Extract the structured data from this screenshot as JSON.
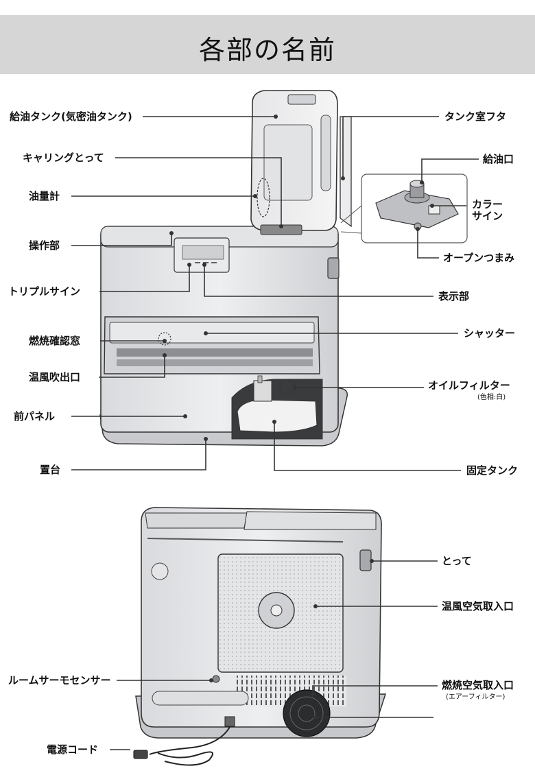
{
  "title": "各部の名前",
  "front": {
    "left_labels": {
      "fuel_tank": "給油タンク(気密油タンク)",
      "carrying_handle": "キャリングとって",
      "oil_gauge": "油量計",
      "control_panel": "操作部",
      "triple_sign": "トリプルサイン",
      "combustion_window": "燃焼確認窓",
      "warm_air_outlet": "温風吹出口",
      "front_panel": "前パネル",
      "stand": "置台"
    },
    "right_labels": {
      "tank_lid": "タンク室フタ",
      "fill_port": "給油口",
      "color_sign": "カラー\nサイン",
      "open_knob": "オープンつまみ",
      "display": "表示部",
      "shutter": "シャッター",
      "oil_filter": "オイルフィルター",
      "oil_filter_note": "(色相:白)",
      "fixed_tank": "固定タンク"
    }
  },
  "back": {
    "right_labels": {
      "handle": "とって",
      "warm_air_intake": "温風空気取入口",
      "combustion_air_intake": "燃焼空気取入口",
      "combustion_air_note": "(エアーフィルター)"
    },
    "left_labels": {
      "room_sensor": "ルームサーモセンサー",
      "power_cord": "電源コード"
    }
  }
}
